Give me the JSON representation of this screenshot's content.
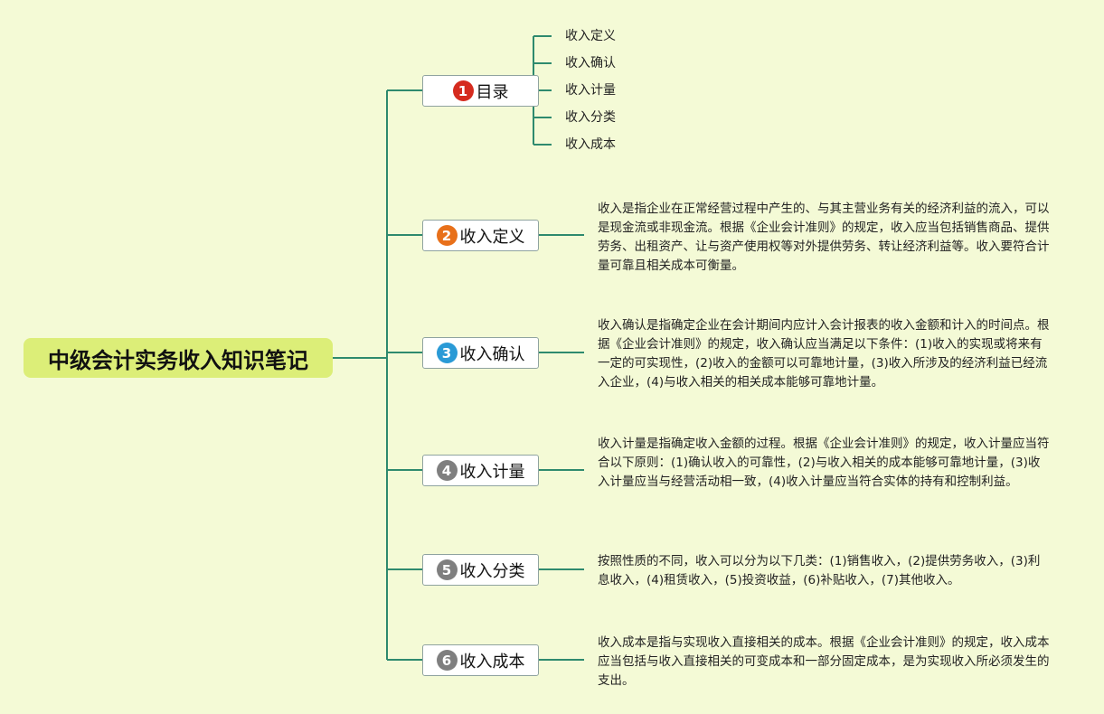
{
  "root": {
    "title": "中级会计实务收入知识笔记"
  },
  "colors": {
    "background": "#f4fad6",
    "root_fill": "#dcee78",
    "connector": "#2e8a6e"
  },
  "branches": [
    {
      "num": "1",
      "label": "目录",
      "badge_color": "#d52b1e",
      "children": [
        "收入定义",
        "收入确认",
        "收入计量",
        "收入分类",
        "收入成本"
      ]
    },
    {
      "num": "2",
      "label": "收入定义",
      "badge_color": "#e8701a",
      "text": "收入是指企业在正常经营过程中产生的、与其主营业务有关的经济利益的流入，可以是现金流或非现金流。根据《企业会计准则》的规定，收入应当包括销售商品、提供劳务、出租资产、让与资产使用权等对外提供劳务、转让经济利益等。收入要符合计量可靠且相关成本可衡量。"
    },
    {
      "num": "3",
      "label": "收入确认",
      "badge_color": "#2a9ad6",
      "text": "收入确认是指确定企业在会计期间内应计入会计报表的收入金额和计入的时间点。根据《企业会计准则》的规定，收入确认应当满足以下条件：(1)收入的实现或将来有一定的可实现性，(2)收入的金额可以可靠地计量，(3)收入所涉及的经济利益已经流入企业，(4)与收入相关的相关成本能够可靠地计量。"
    },
    {
      "num": "4",
      "label": "收入计量",
      "badge_color": "#7f7f7f",
      "text": "收入计量是指确定收入金额的过程。根据《企业会计准则》的规定，收入计量应当符合以下原则：(1)确认收入的可靠性，(2)与收入相关的成本能够可靠地计量，(3)收入计量应当与经营活动相一致，(4)收入计量应当符合实体的持有和控制利益。"
    },
    {
      "num": "5",
      "label": "收入分类",
      "badge_color": "#7f7f7f",
      "text": "按照性质的不同，收入可以分为以下几类：(1)销售收入，(2)提供劳务收入，(3)利息收入，(4)租赁收入，(5)投资收益，(6)补贴收入，(7)其他收入。"
    },
    {
      "num": "6",
      "label": "收入成本",
      "badge_color": "#7f7f7f",
      "text": "收入成本是指与实现收入直接相关的成本。根据《企业会计准则》的规定，收入成本应当包括与收入直接相关的可变成本和一部分固定成本，是为实现收入所必须发生的支出。"
    }
  ]
}
